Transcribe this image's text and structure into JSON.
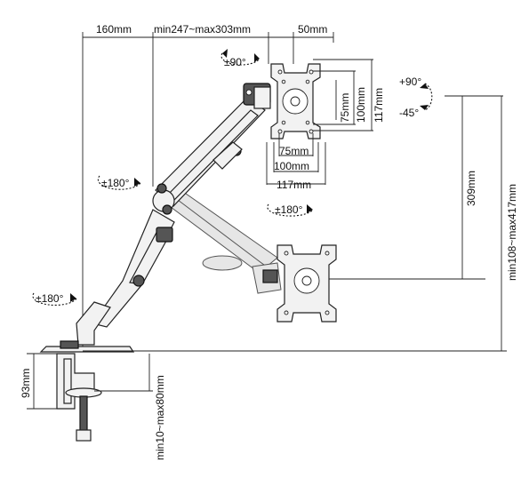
{
  "labels": {
    "top_left_offset": "160mm",
    "arm_reach": "min247~max303mm",
    "plate_depth": "50mm",
    "tilt_up": "+90°",
    "tilt_down": "-45°",
    "swivel_head": "±90°",
    "swivel_upper": "±180°",
    "swivel_joint": "±180°",
    "swivel_base": "±180°",
    "vesa_h_75": "75mm",
    "vesa_h_100": "100mm",
    "vesa_h_117": "117mm",
    "vesa_v_75": "75mm",
    "vesa_v_100": "100mm",
    "vesa_v_117": "117mm",
    "lift_range": "309mm",
    "height_range": "min108~max417mm",
    "clamp_height": "93mm",
    "desk_thickness": "min10~max80mm"
  }
}
